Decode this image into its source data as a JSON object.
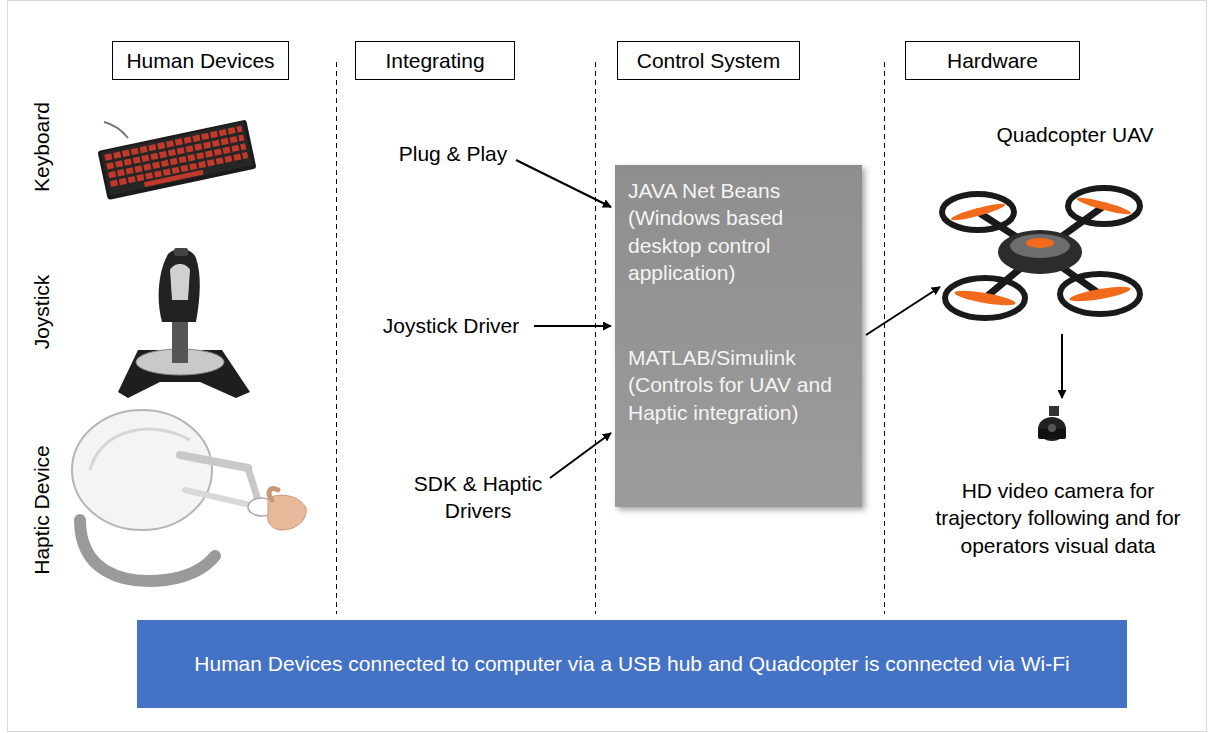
{
  "diagram": {
    "nodes": [
      {
        "text": [
          "Human Devices"
        ]
      },
      {
        "text": [
          "Integrating"
        ]
      },
      {
        "text": [
          "Control System"
        ]
      },
      {
        "text": [
          "Hardware"
        ]
      },
      {
        "text": [
          "JAVA Net Beans (Windows based desktop control application)",
          "MATLAB/Simulink (Controls for UAV and Haptic integration)"
        ]
      },
      {
        "text": [
          "Human Devices connected to computer via a USB hub and Quadcopter is connected via Wi-Fi"
        ]
      }
    ],
    "labels": [
      "Keyboard",
      "Joystick",
      "Haptic Device",
      "Plug & Play",
      "Joystick Driver",
      "SDK & Haptic Drivers",
      "Quadcopter UAV",
      "HD video camera for trajectory following and for operators visual data"
    ]
  }
}
